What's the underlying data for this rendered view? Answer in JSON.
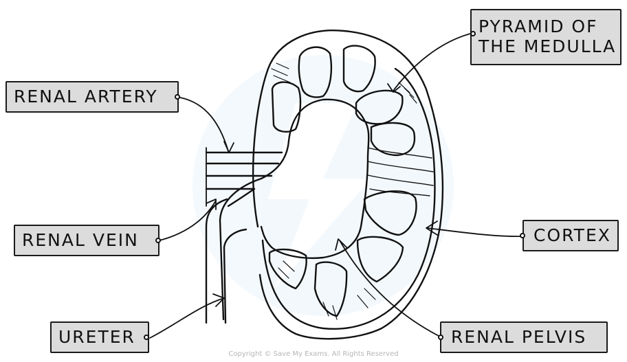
{
  "labels": {
    "pyramid_line1": "PYRAMID OF",
    "pyramid_line2": "THE MEDULLA",
    "renal_artery": "RENAL ARTERY",
    "renal_vein": "RENAL VEIN",
    "ureter": "URETER",
    "cortex": "CORTEX",
    "renal_pelvis": "RENAL PELVIS"
  },
  "copyright": "Copyright © Save My Exams. All Rights Reserved"
}
